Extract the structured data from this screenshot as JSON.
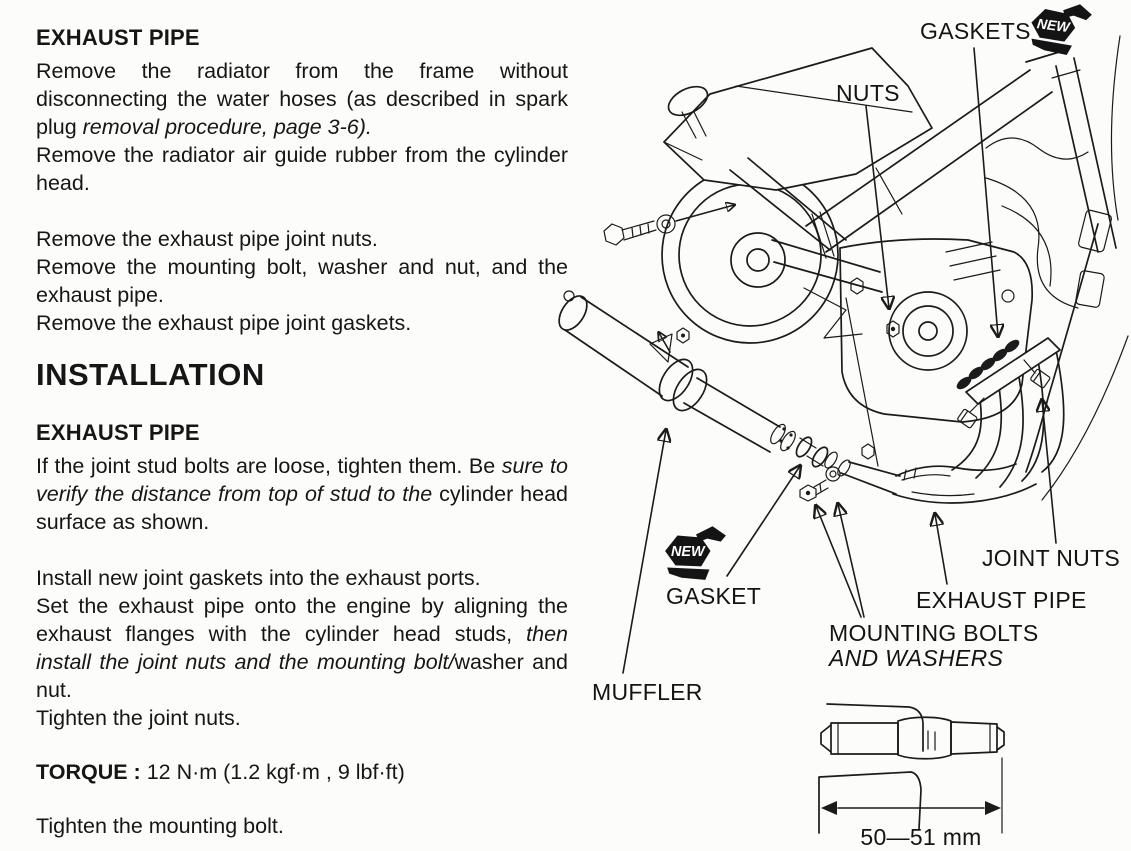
{
  "removal_section": {
    "heading": "EXHAUST PIPE",
    "p1_seg1": "Remove the radiator from the frame without disconnecting the water hoses (as described in spark plug ",
    "p1_seg2_italic": "removal procedure, page 3-6).",
    "p2": "Remove the radiator air guide rubber from the cylinder head.",
    "p3": "Remove the exhaust pipe joint nuts.",
    "p4": "Remove the mounting bolt, washer and nut, and the exhaust pipe.",
    "p5": "Remove the exhaust pipe joint gaskets."
  },
  "installation_section": {
    "title": "INSTALLATION",
    "heading": "EXHAUST PIPE",
    "p1_seg1": "If the joint stud bolts are loose, tighten them. Be ",
    "p1_seg2_italic": "sure to verify the distance from top of stud to the ",
    "p1_seg3": "cylinder head surface as shown.",
    "p2": "Install new joint gaskets into the exhaust ports.",
    "p3_seg1": "Set the exhaust pipe onto the engine by aligning the exhaust flanges with the cylinder head studs, ",
    "p3_seg2_italic": "then install the joint nuts and the mounting bolt/",
    "p3_seg3": "washer and nut.",
    "p4": "Tighten the joint nuts.",
    "torque_label": "TORQUE :",
    "torque_value": " 12 N·m (1.2 kgf·m , 9 lbf·ft)",
    "p5": "Tighten the mounting bolt."
  },
  "diagram": {
    "labels": {
      "gaskets": "GASKETS",
      "nuts": "NUTS",
      "joint_nuts": "JOINT NUTS",
      "exhaust_pipe": "EXHAUST PIPE",
      "mounting_bolts_line1": "MOUNTING BOLTS",
      "mounting_bolts_line2": "AND WASHERS",
      "gasket": "GASKET",
      "muffler": "MUFFLER",
      "stud_dimension": "50—51 mm",
      "new_badge": "NEW"
    }
  }
}
